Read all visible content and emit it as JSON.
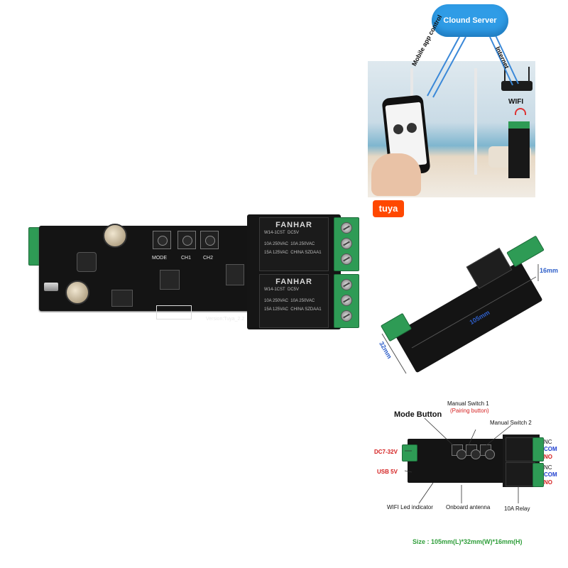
{
  "main_board": {
    "relay1": {
      "brand": "FANHAR",
      "model": "W14-1CST",
      "coil": "DC5V",
      "rating1": "10A 250VAC",
      "rating2": "10A 250VAC",
      "rating3": "15A 125VAC",
      "origin": "CHINA SZDAA1"
    },
    "relay2": {
      "brand": "FANHAR",
      "model": "W14-1CST",
      "coil": "DC5V",
      "rating1": "10A 250VAC",
      "rating2": "10A 250VAC",
      "rating3": "15A 125VAC",
      "origin": "CHINA SZDAA1"
    },
    "silk": {
      "mode": "MODE",
      "ch1": "CH1",
      "ch2": "CH2",
      "version": "Version:Tuya_2.2"
    }
  },
  "scene": {
    "cloud_label": "Clound Server",
    "mobile_label": "Mobile app control",
    "internet_label": "Internet",
    "wifi_label": "WIFI"
  },
  "tuya_logo": "tuya",
  "dimensions": {
    "height": "16mm",
    "length": "105mm",
    "width": "32mm"
  },
  "annotations": {
    "mode_button": "Mode Button",
    "manual_switch_1": "Manual Switch 1",
    "pairing_button": "(Pairing button)",
    "manual_switch_2": "Manual Switch 2",
    "dc_input": "DC7-32V",
    "usb_input": "USB  5V",
    "nc1": "NC",
    "com1": "COM",
    "no1": "NO",
    "nc2": "NC",
    "com2": "COM",
    "no2": "NO",
    "wifi_led": "WIFI Led indicator",
    "onboard_antenna": "Onboard antenna",
    "relay_10a": "10A Relay",
    "size": "Size : 105mm(L)*32mm(W)*16mm(H)"
  },
  "colors": {
    "pcb": "#141414",
    "terminal_green": "#2e9b55",
    "cloud_blue": "#2f9ce6",
    "annotation_red": "#d41e1e",
    "annotation_blue": "#1e3ecf",
    "size_green": "#2f9e3a"
  }
}
